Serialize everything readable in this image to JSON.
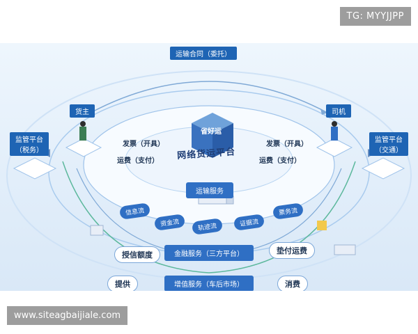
{
  "watermark": "TG: MYYJJPP",
  "site_caption": "www.siteagbaijiale.com",
  "nodes": {
    "contract": "运输合同（委托）",
    "shipper": "货主",
    "driver": "司机",
    "tax_platform": "监管平台\n（税务）",
    "transport_platform": "监管平台\n（交通）",
    "center": "网络货运平台",
    "logo": "省好运"
  },
  "flows": {
    "invoice_left": "发票（开具）",
    "freight_left": "运费（支付）",
    "invoice_right": "发票（开具）",
    "freight_right": "运费（支付）"
  },
  "services": {
    "transport": "运输服务",
    "finance": "金融服务（三方平台）",
    "value_added": "增值服务（车后市场）"
  },
  "flow_tags": [
    "信息流",
    "资金流",
    "轨迹流",
    "证据流",
    "票务流"
  ],
  "chips": {
    "credit": "授信额度",
    "advance": "垫付运费",
    "provide": "提供",
    "consume": "消费"
  },
  "colors": {
    "accent": "#2f6fc4",
    "dark": "#1e64b4",
    "ring": "#9fc3ea"
  }
}
